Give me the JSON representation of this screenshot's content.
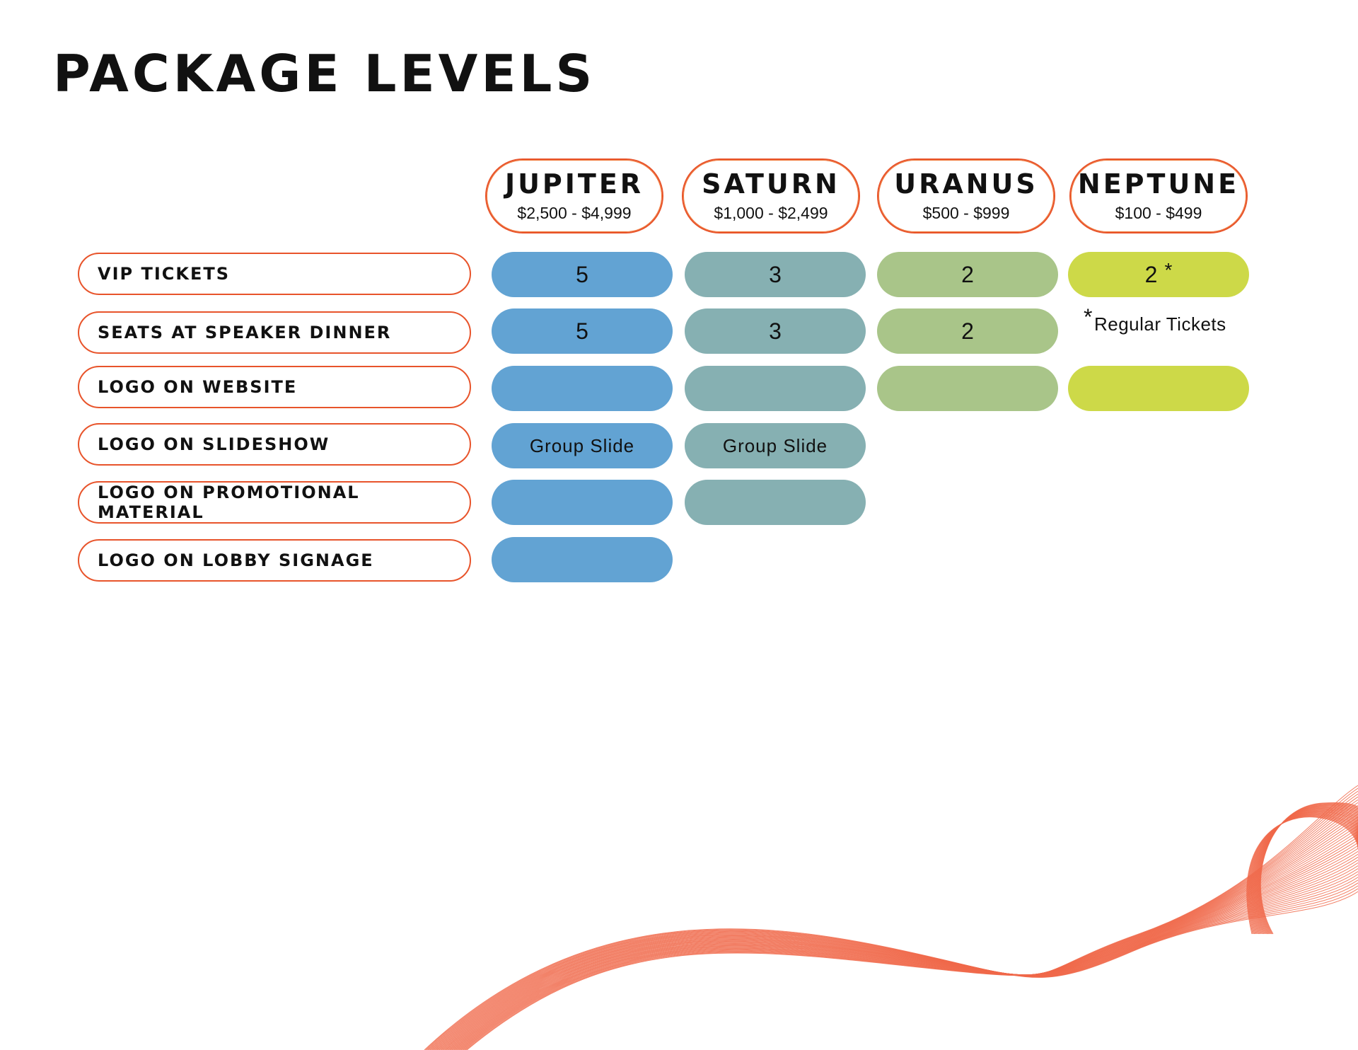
{
  "title": "PACKAGE LEVELS",
  "tiers": [
    {
      "name": "JUPITER",
      "price": "$2,500 - $4,999",
      "color": "#62a3d3"
    },
    {
      "name": "SATURN",
      "price": "$1,000 - $2,499",
      "color": "#86b0b2"
    },
    {
      "name": "URANUS",
      "price": "$500 - $999",
      "color": "#a9c589"
    },
    {
      "name": "NEPTUNE",
      "price": "$100 - $499",
      "color": "#cdd948"
    }
  ],
  "features": [
    {
      "label": "VIP TICKETS",
      "values": [
        "5",
        "3",
        "2",
        "2"
      ]
    },
    {
      "label": "SEATS AT SPEAKER DINNER",
      "values": [
        "5",
        "3",
        "2"
      ]
    },
    {
      "label": "LOGO ON WEBSITE",
      "values": [
        "",
        "",
        "",
        ""
      ]
    },
    {
      "label": "LOGO ON SLIDESHOW",
      "values": [
        "Group Slide",
        "Group Slide"
      ]
    },
    {
      "label": "LOGO ON PROMOTIONAL MATERIAL",
      "values": [
        "",
        ""
      ]
    },
    {
      "label": "LOGO ON LOBBY SIGNAGE",
      "values": [
        ""
      ]
    }
  ],
  "footnote": {
    "marker": "*",
    "text": "Regular Tickets"
  },
  "accent_color": "#e8542b",
  "decoration": "orange-line-wave"
}
